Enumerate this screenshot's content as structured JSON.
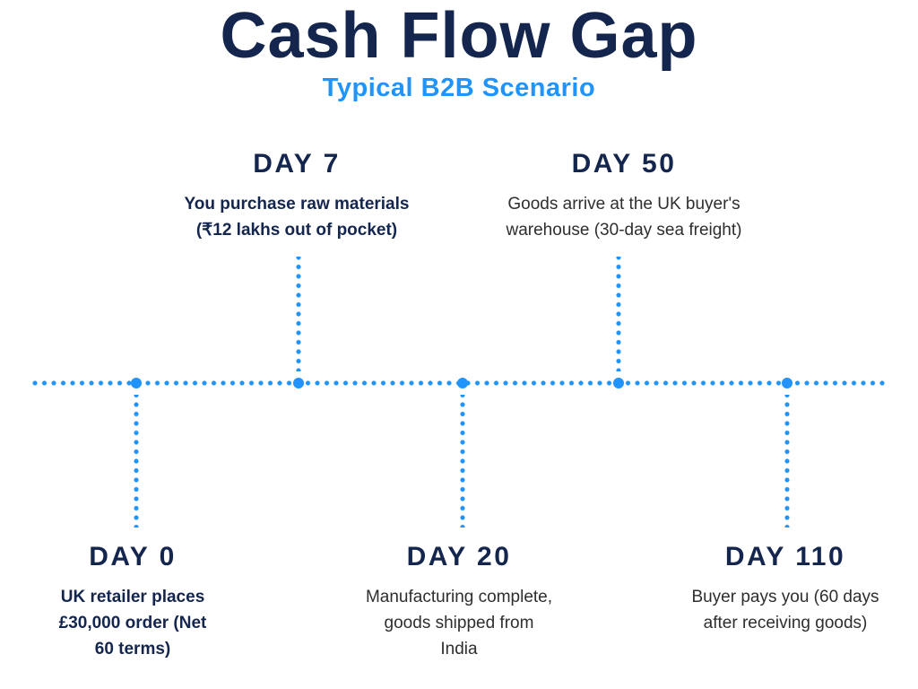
{
  "title": "Cash Flow Gap",
  "subtitle": "Typical B2B Scenario",
  "colors": {
    "navy": "#14264E",
    "accent": "#2094FA",
    "text_dark": "#2E2E2E"
  },
  "timeline": {
    "type": "horizontal-dotted-timeline",
    "events": [
      {
        "label": "DAY 0",
        "position": "below",
        "emphasis": "bold",
        "lines": [
          "UK retailer places",
          "£30,000 order (Net",
          "60 terms)"
        ]
      },
      {
        "label": "DAY 7",
        "position": "above",
        "emphasis": "bold",
        "lines": [
          "You purchase raw materials",
          "(₹12 lakhs out of pocket)"
        ]
      },
      {
        "label": "DAY 20",
        "position": "below",
        "emphasis": "regular",
        "lines": [
          "Manufacturing complete,",
          "goods shipped from",
          "India"
        ]
      },
      {
        "label": "DAY 50",
        "position": "above",
        "emphasis": "regular",
        "lines": [
          "Goods arrive at the UK buyer's",
          "warehouse (30-day sea freight)"
        ]
      },
      {
        "label": "DAY 110",
        "position": "below",
        "emphasis": "regular",
        "lines": [
          "Buyer pays you (60 days",
          "after receiving goods)"
        ]
      }
    ]
  }
}
